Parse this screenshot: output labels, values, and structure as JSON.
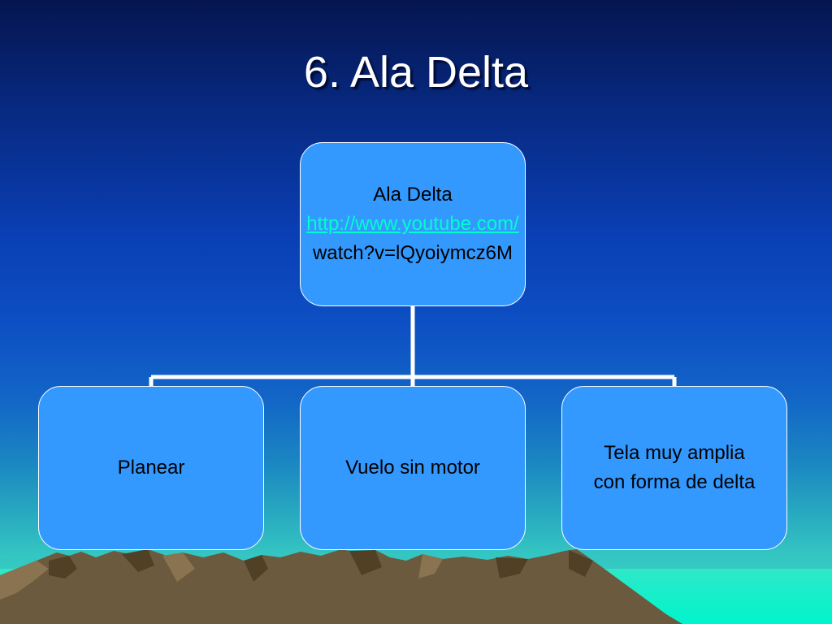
{
  "slide": {
    "title": "6. Ala Delta"
  },
  "diagram": {
    "root": {
      "title": "Ala Delta",
      "link": "http://www.youtube.com/",
      "link_suffix": "watch?v=lQyoiymcz6M"
    },
    "children": [
      {
        "label": "Planear"
      },
      {
        "label": "Vuelo sin motor"
      },
      {
        "line1": "Tela muy amplia",
        "line2": "con forma de delta"
      }
    ]
  },
  "colors": {
    "node_fill": "#3399ff",
    "node_border": "#ffffff",
    "link_text": "#00ffcc",
    "connector": "#ffffff",
    "mountain": "#6b5a3e"
  }
}
